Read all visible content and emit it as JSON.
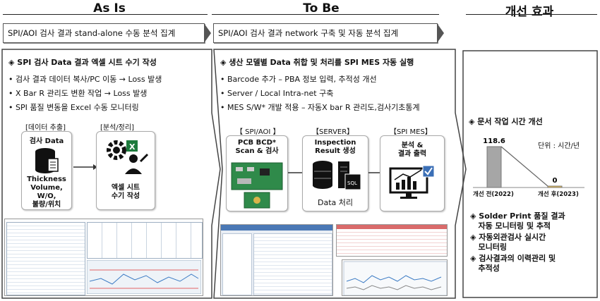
{
  "headers": {
    "as_is": "As Is",
    "to_be": "To Be",
    "effect": "개선 효과"
  },
  "banners": {
    "as_is": "SPI/AOI 검사 결과 stand-alone 수동 분석 집계",
    "to_be": "SPI/AOI 검사 결과 network 구축 및 자동 분석 집계"
  },
  "as_is": {
    "title": "◈ SPI  검사 Data 결과 엑셀 시트 수기 작성",
    "bullets": [
      "• 검사 결과 데이터 복사/PC 이동 → Loss 발생",
      "• X Bar R 관리도 변환 작업 → Loss 발생",
      "• SPI 품질 변동을 Excel 수동 모니터링"
    ],
    "step1": {
      "label": "[데이터 추출]",
      "title": "검사 Data",
      "lines": [
        "Thickness",
        "Volume,",
        "W/O,",
        "불량/위치"
      ]
    },
    "step2": {
      "label": "[분석/정리]",
      "lines": [
        "엑셀 시트",
        "수기 작성"
      ]
    }
  },
  "to_be": {
    "title": "◈ 생산 모델별 Data 취합 및 처리를 SPI MES 자동 실행",
    "bullets": [
      "• Barcode 추가 – PBA 정보 입력, 추적성 개선",
      "• Server / Local Intra-net 구축",
      "• MES S/W* 개발 적용 – 자동X bar R 관리도,검사기초통계"
    ],
    "step1": {
      "label": "【 SPI/AOI 】",
      "lines": [
        "PCB BCD*",
        "Scan & 검사"
      ]
    },
    "step2": {
      "label": "【SERVER】",
      "lines": [
        "Inspection",
        "Result 생성"
      ],
      "bottom": "Data 처리",
      "db": "SQL"
    },
    "step3": {
      "label": "【SPI MES】",
      "lines": [
        "분석 &",
        "결과 출력"
      ]
    }
  },
  "effect": {
    "title": "◈ 문서 작업 시간 개선",
    "unit": "단위 : 시간/년",
    "bullets": [
      "◈ Solder Print 품질 결과",
      "   자동 모니터링 및 추적",
      "◈ 자동외관검사 실시간",
      "   모니터링",
      "◈ 검사결과의 이력관리 및",
      "   추적성"
    ]
  },
  "chart_data": {
    "type": "bar",
    "categories": [
      "개선 전(2022)",
      "개선 후(2023)"
    ],
    "values": [
      118.6,
      0
    ],
    "data_labels": [
      "118.6",
      "0"
    ],
    "colors": {
      "bar": "#a6a6a6",
      "trend": "#f2c14e"
    }
  }
}
